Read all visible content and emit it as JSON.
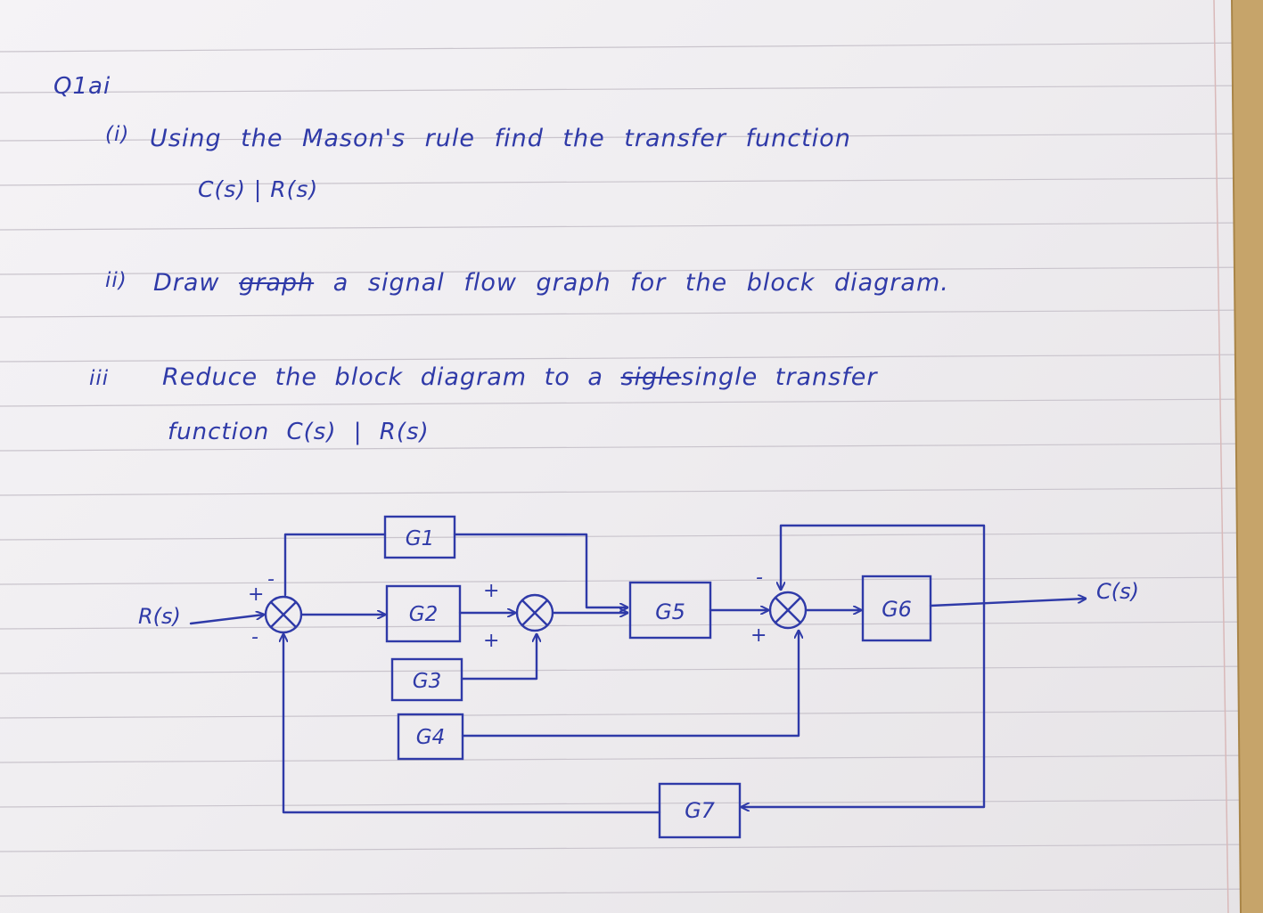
{
  "question": {
    "label": "Q1ai",
    "part_i": {
      "num": "(i)",
      "line1": "Using the Mason's rule find the transfer function",
      "line2": "C(s) | R(s)"
    },
    "part_ii": {
      "num": "ii)",
      "pre": "Draw",
      "struck": "graph",
      "post": "a signal flow graph for the block diagram."
    },
    "part_iii": {
      "num": "iii",
      "pre": "Reduce the block diagram to a",
      "struck": "sigle",
      "post": "single transfer",
      "line2": "function C(s) | R(s)"
    }
  },
  "diagram": {
    "input": "R(s)",
    "output": "C(s)",
    "blocks": {
      "g1": "G1",
      "g2": "G2",
      "g3": "G3",
      "g4": "G4",
      "g5": "G5",
      "g6": "G6",
      "g7": "G7"
    },
    "signs": {
      "sj1_left": "+",
      "sj1_top": "-",
      "sj1_bottom": "-",
      "sj2_top": "+",
      "sj2_bottom": "+",
      "sj3_top": "-",
      "sj3_bottom": "+"
    }
  }
}
